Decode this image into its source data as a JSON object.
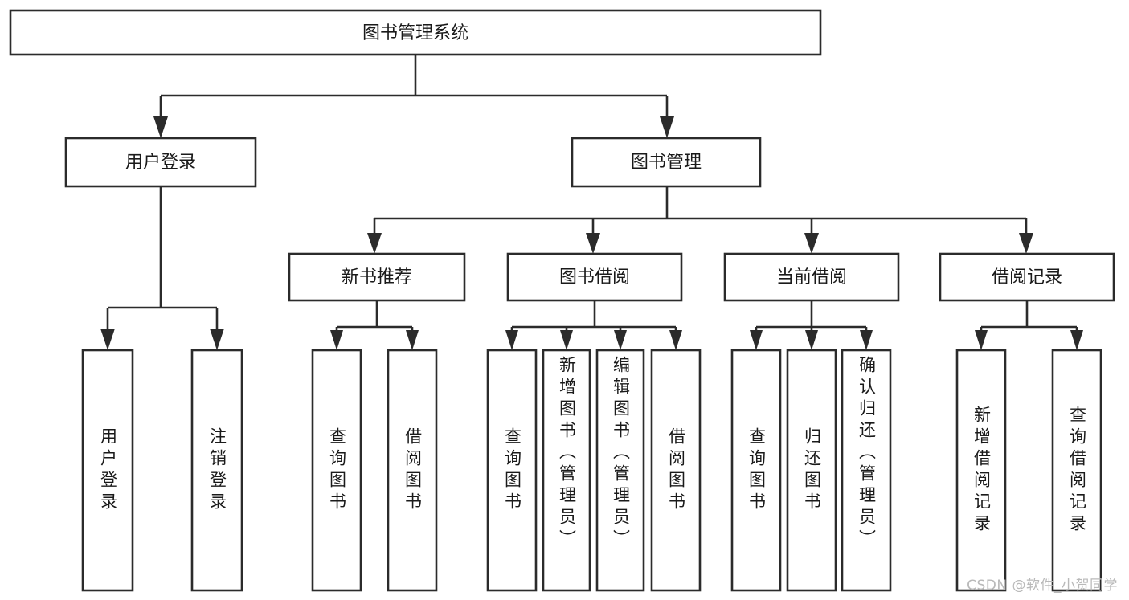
{
  "diagram": {
    "type": "tree-hierarchy",
    "title": "图书管理系统",
    "root": {
      "label": "图书管理系统",
      "children": [
        {
          "label": "用户登录",
          "children": [
            {
              "label": "用户登录"
            },
            {
              "label": "注销登录"
            }
          ]
        },
        {
          "label": "图书管理",
          "children": [
            {
              "label": "新书推荐",
              "children": [
                {
                  "label": "查询图书"
                },
                {
                  "label": "借阅图书"
                }
              ]
            },
            {
              "label": "图书借阅",
              "children": [
                {
                  "label": "查询图书"
                },
                {
                  "label": "新增图书（管理员）"
                },
                {
                  "label": "编辑图书（管理员）"
                },
                {
                  "label": "借阅图书"
                }
              ]
            },
            {
              "label": "当前借阅",
              "children": [
                {
                  "label": "查询图书"
                },
                {
                  "label": "归还图书"
                },
                {
                  "label": "确认归还（管理员）"
                }
              ]
            },
            {
              "label": "借阅记录",
              "children": [
                {
                  "label": "新增借阅记录"
                },
                {
                  "label": "查询借阅记录"
                }
              ]
            }
          ]
        }
      ]
    }
  },
  "nodes": {
    "root": "图书管理系统",
    "l1": {
      "user_login": "用户登录",
      "book_manage": "图书管理"
    },
    "l2": {
      "new_book_rec": "新书推荐",
      "book_borrow": "图书借阅",
      "current_borrow": "当前借阅",
      "borrow_record": "借阅记录"
    },
    "leaves": {
      "user_login": "用户登录",
      "logout": "注销登录",
      "query_book_1": "查询图书",
      "borrow_book_1": "借阅图书",
      "query_book_2": "查询图书",
      "add_book_admin": "新增图书（管理员）",
      "edit_book_admin": "编辑图书（管理员）",
      "borrow_book_2": "借阅图书",
      "query_book_3": "查询图书",
      "return_book": "归还图书",
      "confirm_return_admin": "确认归还（管理员）",
      "add_borrow_record": "新增借阅记录",
      "query_borrow_record": "查询借阅记录"
    }
  },
  "watermark": {
    "text": "CSDN @软件_小贺同学"
  },
  "colors": {
    "background": "#ffffff",
    "box_fill": "#ffffff",
    "stroke": "#2b2b2b",
    "text": "#1a1a1a",
    "watermark": "#b9b9b9"
  }
}
